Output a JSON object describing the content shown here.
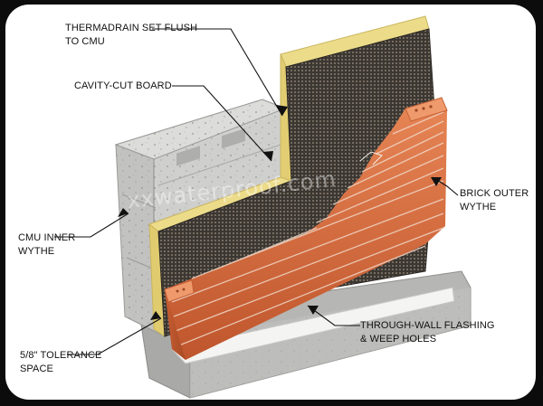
{
  "labels": {
    "thermadrain_1": "THERMADRAIN SET FLUSH",
    "thermadrain_2": "TO CMU",
    "cavity_cut": "CAVITY-CUT BOARD",
    "cmu_1": "CMU INNER",
    "cmu_2": "WYTHE",
    "brick_1": "BRICK OUTER",
    "brick_2": "WYTHE",
    "flashing_1": "THROUGH-WALL FLASHING",
    "flashing_2": "& WEEP HOLES",
    "tolerance_1": "5/8\" TOLERANCE",
    "tolerance_2": "SPACE"
  },
  "watermark": "xxwaterproof.com",
  "colors": {
    "frame_background": "#ffffff",
    "outer_background": "#0c0c0c",
    "concrete": "#c9c9c7",
    "insulation_board": "#e4d27a",
    "drainage_mat": "#3e3a36",
    "brick": "#d26a3c",
    "flashing": "#f2f2f0"
  }
}
